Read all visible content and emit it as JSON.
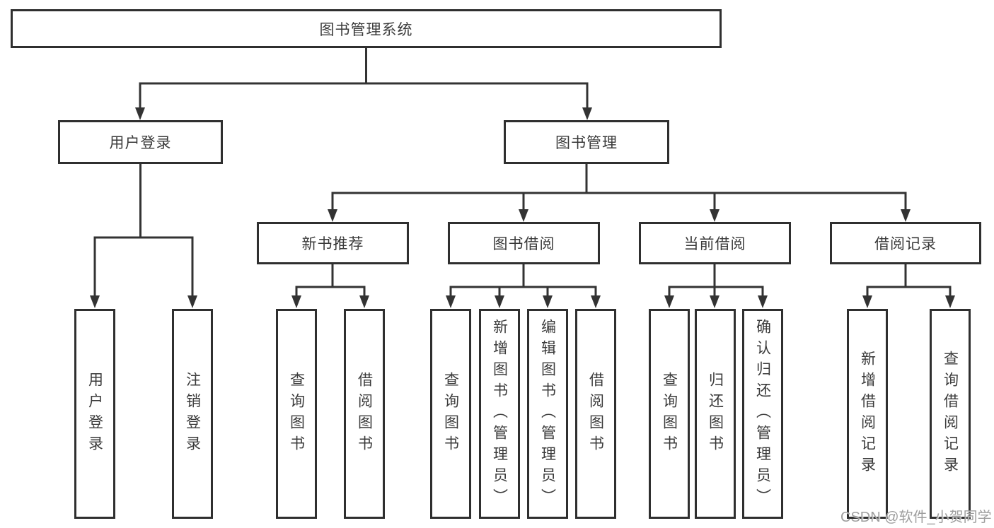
{
  "tree": {
    "root": {
      "label": "图书管理系统",
      "children": [
        {
          "label": "用户登录",
          "children": [
            {
              "label": "用户登录"
            },
            {
              "label": "注销登录"
            }
          ]
        },
        {
          "label": "图书管理",
          "children": [
            {
              "label": "新书推荐",
              "children": [
                {
                  "label": "查询图书"
                },
                {
                  "label": "借阅图书"
                }
              ]
            },
            {
              "label": "图书借阅",
              "children": [
                {
                  "label": "查询图书"
                },
                {
                  "label": "新增图书（管理员）"
                },
                {
                  "label": "编辑图书（管理员）"
                },
                {
                  "label": "借阅图书"
                }
              ]
            },
            {
              "label": "当前借阅",
              "children": [
                {
                  "label": "查询图书"
                },
                {
                  "label": "归还图书"
                },
                {
                  "label": "确认归还（管理员）"
                }
              ]
            },
            {
              "label": "借阅记录",
              "children": [
                {
                  "label": "新增借阅记录"
                },
                {
                  "label": "查询借阅记录"
                }
              ]
            }
          ]
        }
      ]
    }
  },
  "watermark": {
    "text": "CSDN @软件_小贺同学"
  },
  "colors": {
    "line": "#333333",
    "box_border": "#2f2f2f",
    "text": "#3a3a3a",
    "background": "#ffffff",
    "watermark": "#9e9e9e"
  }
}
